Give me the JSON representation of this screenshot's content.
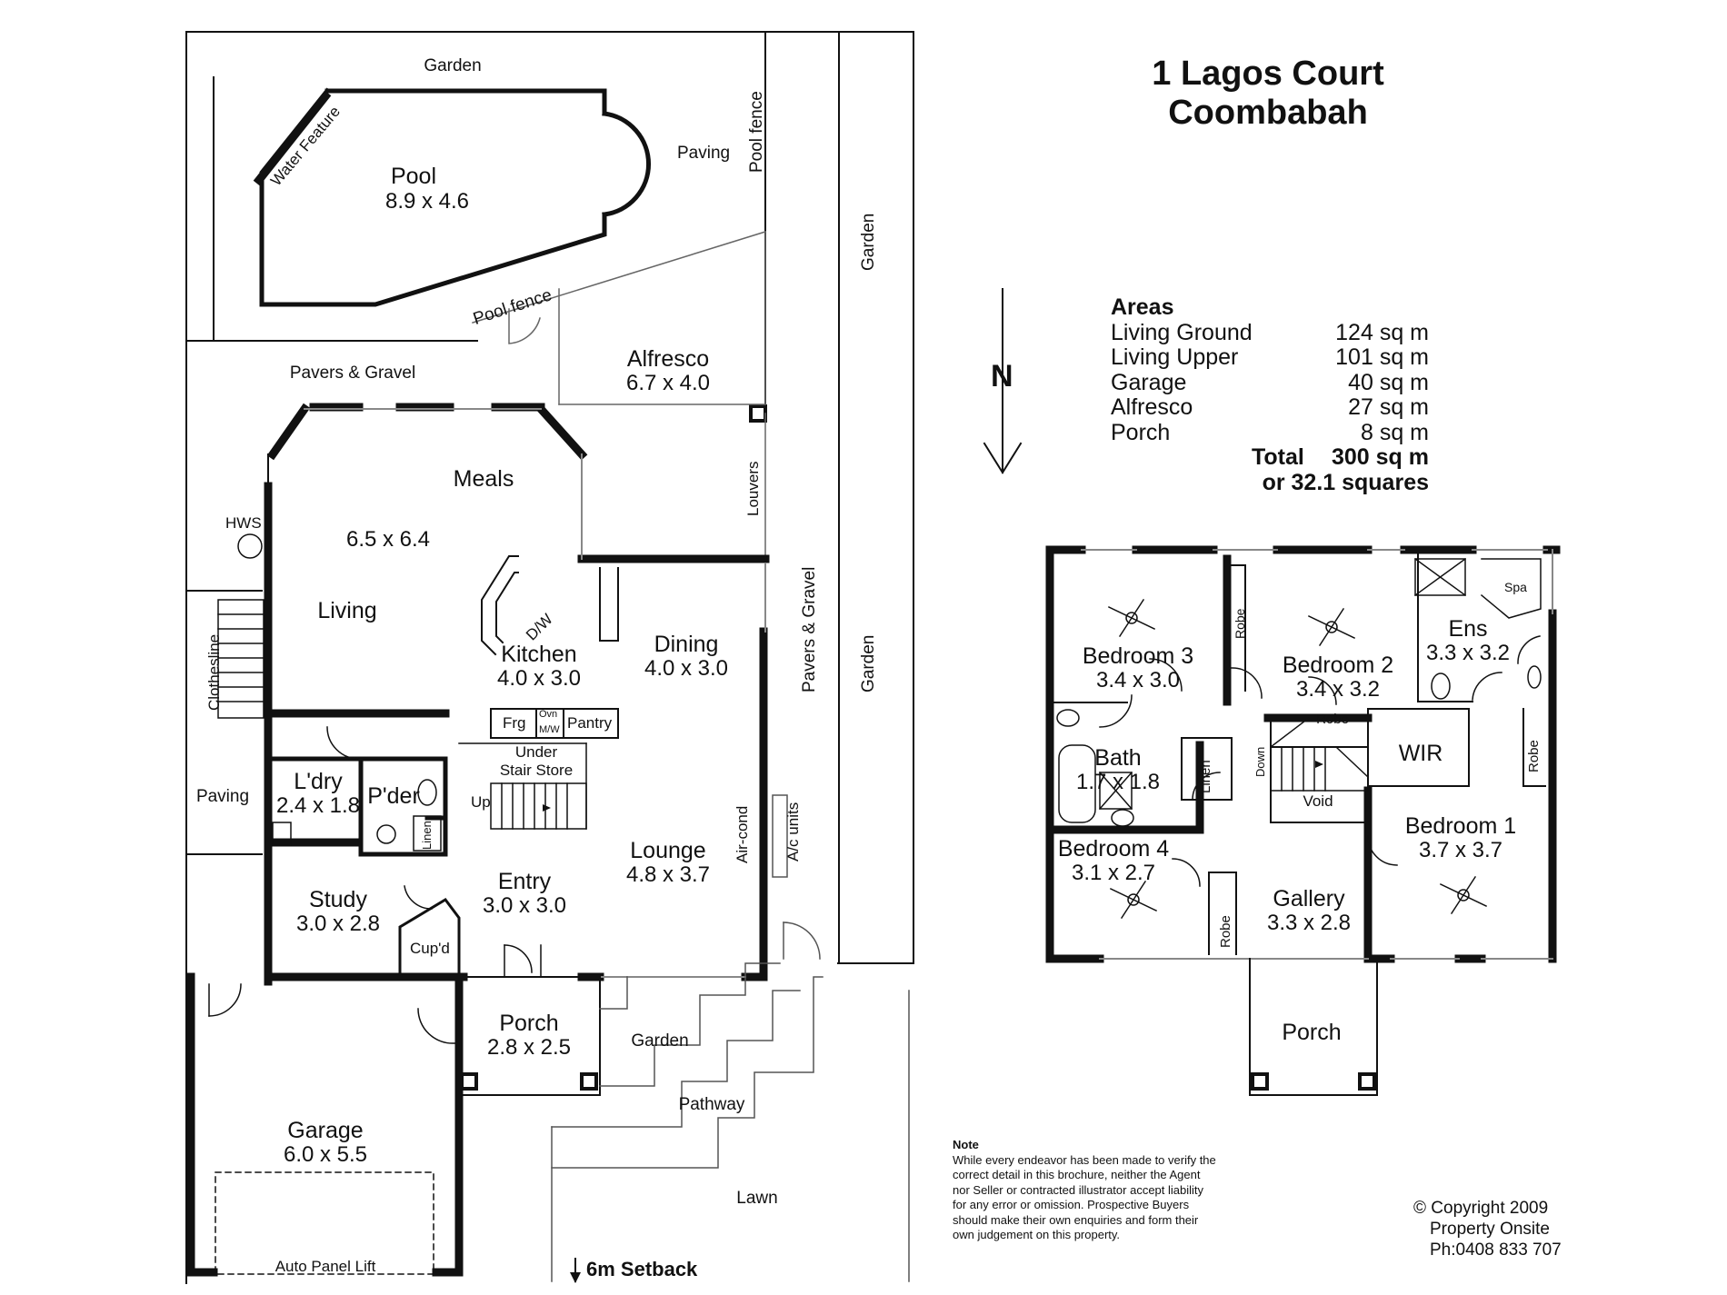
{
  "header": {
    "address_line1": "1 Lagos Court",
    "address_line2": "Coombabah"
  },
  "areas": {
    "heading": "Areas",
    "rows": [
      {
        "label": "Living Ground",
        "value": "124 sq m"
      },
      {
        "label": "Living Upper",
        "value": "101 sq m"
      },
      {
        "label": "Garage",
        "value": "40 sq m"
      },
      {
        "label": "Alfresco",
        "value": "27 sq m"
      },
      {
        "label": "Porch",
        "value": "8 sq m"
      }
    ],
    "total_label": "Total",
    "total_value": "300 sq m",
    "total_squares": "or 32.1 squares"
  },
  "compass": {
    "label": "N"
  },
  "ground": {
    "garden_top": "Garden",
    "pool": {
      "name": "Pool",
      "dim": "8.9 x 4.6"
    },
    "water_feature": "Water Feature",
    "paving_pool": "Paving",
    "pool_fence_right": "Pool fence",
    "pool_fence_diag": "Pool fence",
    "garden_right_top": "Garden",
    "pavers_gravel_top": "Pavers & Gravel",
    "alfresco": {
      "name": "Alfresco",
      "dim": "6.7 x 4.0"
    },
    "meals": "Meals",
    "living_dim": "6.5 x 6.4",
    "living": "Living",
    "hws": "HWS",
    "clothesline": "Clothesline",
    "louvers": "Louvers",
    "kitchen": {
      "name": "Kitchen",
      "dim": "4.0 x 3.0"
    },
    "dw": "D/W",
    "dining": {
      "name": "Dining",
      "dim": "4.0 x 3.0"
    },
    "pavers_gravel_side": "Pavers & Gravel",
    "garden_right_bottom": "Garden",
    "frg": "Frg",
    "ovn": "Ovn",
    "mw": "M/W",
    "pantry": "Pantry",
    "under_stair_store_1": "Under",
    "under_stair_store_2": "Stair Store",
    "up": "Up",
    "laundry": {
      "name": "L'dry",
      "dim": "2.4 x 1.8"
    },
    "powder": "P'der",
    "linen": "Linen",
    "paving_side": "Paving",
    "lounge": {
      "name": "Lounge",
      "dim": "4.8 x 3.7"
    },
    "air_cond": "Air-cond",
    "ac_units": "A/c units",
    "entry": {
      "name": "Entry",
      "dim": "3.0 x 3.0"
    },
    "study": {
      "name": "Study",
      "dim": "3.0 x 2.8"
    },
    "cupd": "Cup'd",
    "porch": {
      "name": "Porch",
      "dim": "2.8 x 2.5"
    },
    "garden_front": "Garden",
    "pathway": "Pathway",
    "lawn": "Lawn",
    "garage": {
      "name": "Garage",
      "dim": "6.0 x 5.5"
    },
    "auto_panel_lift": "Auto Panel Lift",
    "setback": "6m Setback"
  },
  "upper": {
    "bedroom3": {
      "name": "Bedroom 3",
      "dim": "3.4 x 3.0"
    },
    "robe_b3": "Robe",
    "bedroom2": {
      "name": "Bedroom 2",
      "dim": "3.4 x 3.2"
    },
    "spa": "Spa",
    "ens": {
      "name": "Ens",
      "dim": "3.3 x 3.2"
    },
    "robe_landing": "Robe",
    "wir": "WIR",
    "robe_b1": "Robe",
    "bath": {
      "name": "Bath",
      "dim": "1.7 x 1.8"
    },
    "linen": "Linen",
    "down": "Down",
    "void": "Void",
    "bedroom1": {
      "name": "Bedroom 1",
      "dim": "3.7 x 3.7"
    },
    "bedroom4": {
      "name": "Bedroom 4",
      "dim": "3.1 x 2.7"
    },
    "gallery": {
      "name": "Gallery",
      "dim": "3.3 x 2.8"
    },
    "robe_b4": "Robe",
    "porch": "Porch"
  },
  "note": {
    "heading": "Note",
    "body": "While every endeavor has been made to verify the correct detail in this brochure, neither the Agent nor Seller or contracted illustrator accept liability for any error or omission. Prospective Buyers should make their own enquiries and form their own judgement on this property."
  },
  "copyright": {
    "line1": "© Copyright 2009",
    "line2": "Property Onsite",
    "line3": "Ph:0408 833 707"
  }
}
